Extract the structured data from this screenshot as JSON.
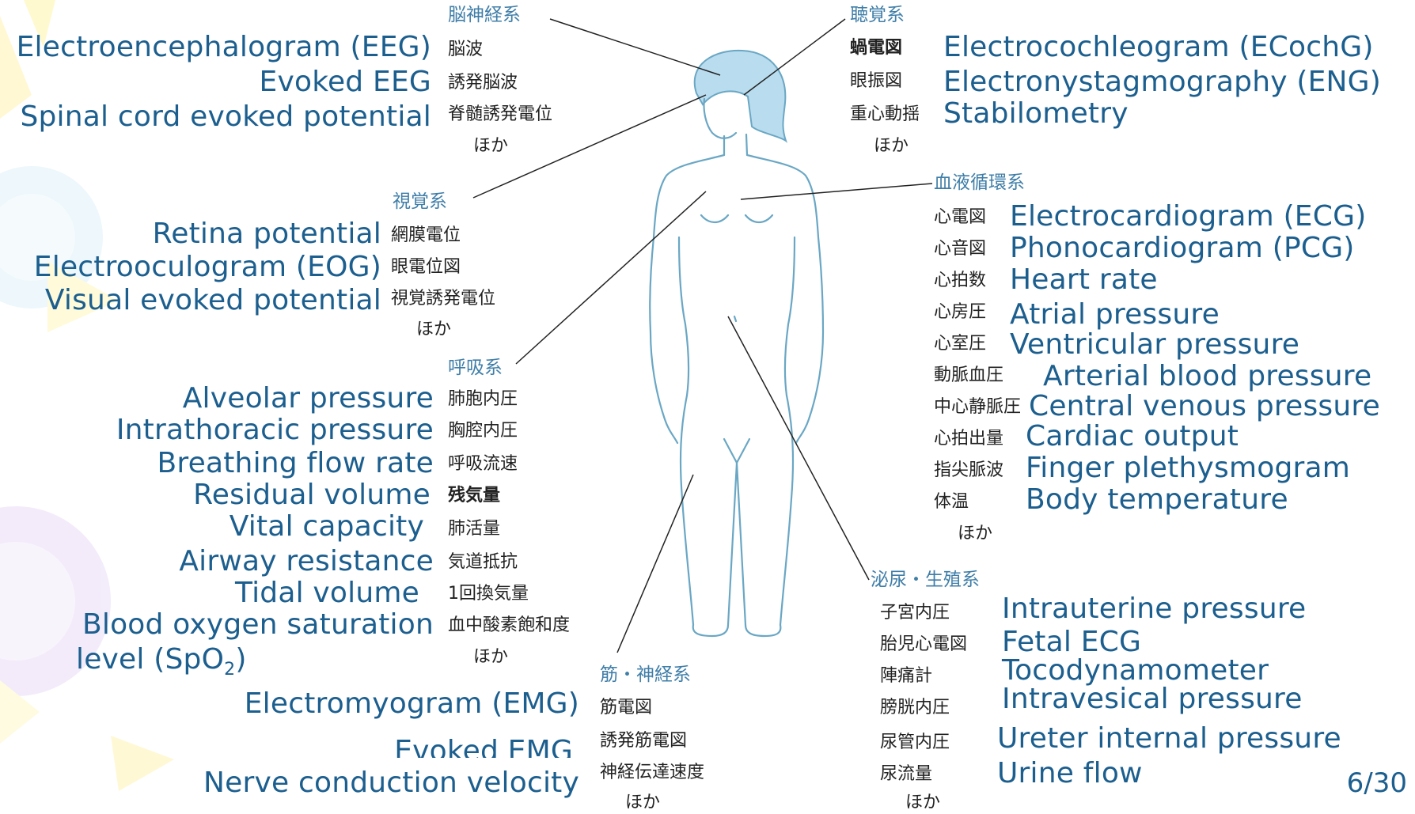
{
  "systems": {
    "brain_nervous": {
      "title": "脳神経系",
      "items": [
        {
          "en": "Electroencephalogram (EEG)",
          "jp": "脳波"
        },
        {
          "en": "Evoked EEG",
          "jp": "誘発脳波"
        },
        {
          "en": "Spinal cord evoked potential",
          "jp": "脊髄誘発電位"
        }
      ],
      "other": "ほか"
    },
    "visual": {
      "title": "視覚系",
      "items": [
        {
          "en": "Retina potential",
          "jp": "網膜電位"
        },
        {
          "en": "Electrooculogram (EOG)",
          "jp": "眼電位図"
        },
        {
          "en": "Visual evoked potential",
          "jp": "視覚誘発電位"
        }
      ],
      "other": "ほか"
    },
    "respiratory": {
      "title": "呼吸系",
      "items": [
        {
          "en": "Alveolar pressure",
          "jp": "肺胞内圧"
        },
        {
          "en": "Intrathoracic pressure",
          "jp": "胸腔内圧"
        },
        {
          "en": "Breathing flow rate",
          "jp": "呼吸流速"
        },
        {
          "en": "Residual volume",
          "jp": "残気量"
        },
        {
          "en": "Vital capacity",
          "jp": "肺活量"
        },
        {
          "en": "Airway resistance",
          "jp": "気道抵抗"
        },
        {
          "en": "Tidal volume",
          "jp": "1回換気量"
        },
        {
          "en": "Blood oxygen saturation",
          "jp": "血中酸素飽和度"
        }
      ],
      "spo2_prefix": "level (SpO",
      "spo2_sub": "2",
      "spo2_suffix": ")",
      "other": "ほか"
    },
    "muscle_nerve": {
      "title": "筋・神経系",
      "items": [
        {
          "en": "Electromyogram (EMG)",
          "jp": "筋電図"
        },
        {
          "en": "Evoked EMG",
          "jp": "誘発筋電図"
        },
        {
          "en": "Nerve conduction velocity",
          "jp": "神経伝達速度"
        }
      ],
      "other": "ほか"
    },
    "auditory": {
      "title": "聴覚系",
      "items": [
        {
          "en": "Electrocochleogram (ECochG)",
          "jp": "蝸電図"
        },
        {
          "en": "Electronystagmography (ENG)",
          "jp": "眼振図"
        },
        {
          "en": "Stabilometry",
          "jp": "重心動揺"
        }
      ],
      "other": "ほか"
    },
    "circulatory": {
      "title": "血液循環系",
      "items": [
        {
          "en": "Electrocardiogram (ECG)",
          "jp": "心電図"
        },
        {
          "en": "Phonocardiogram (PCG)",
          "jp": "心音図"
        },
        {
          "en": "Heart rate",
          "jp": "心拍数"
        },
        {
          "en": "Atrial pressure",
          "jp": "心房圧"
        },
        {
          "en": "Ventricular pressure",
          "jp": "心室圧"
        },
        {
          "en": "Arterial blood pressure",
          "jp": "動脈血圧"
        },
        {
          "en": "Central venous pressure",
          "jp": "中心静脈圧"
        },
        {
          "en": "Cardiac output",
          "jp": "心拍出量"
        },
        {
          "en": "Finger plethysmogram",
          "jp": "指尖脈波"
        },
        {
          "en": "Body temperature",
          "jp": "体温"
        }
      ],
      "other": "ほか"
    },
    "urogenital": {
      "title": "泌尿・生殖系",
      "items": [
        {
          "en": "Intrauterine pressure",
          "jp": "子宮内圧"
        },
        {
          "en": "Fetal ECG",
          "jp": "胎児心電図"
        },
        {
          "en": "Tocodynamometer",
          "jp": "陣痛計"
        },
        {
          "en": "Intravesical pressure",
          "jp": "膀胱内圧"
        },
        {
          "en": "Ureter internal pressure",
          "jp": "尿管内圧"
        },
        {
          "en": "Urine flow",
          "jp": "尿流量"
        }
      ],
      "other": "ほか"
    }
  },
  "page_number": "6/30",
  "colors": {
    "english_text": "#1c5f8f",
    "system_title": "#3f7ea8",
    "body_outline": "#6aa7c4",
    "hair_fill": "#b9dcef"
  }
}
